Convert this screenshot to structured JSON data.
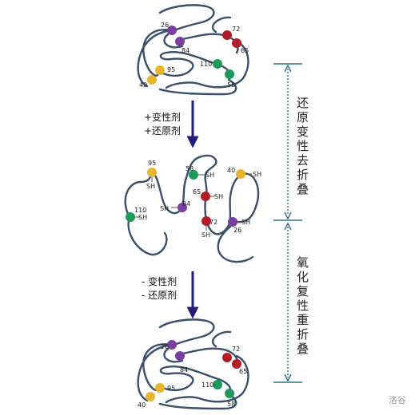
{
  "colors": {
    "chain": "#3a4f6b",
    "arrow": "#1f1f78",
    "bracket": "#2d7480",
    "cys_26": "#7a3fa0",
    "cys_84": "#7a3fa0",
    "cys_72": "#b01c27",
    "cys_65": "#b01c27",
    "cys_110": "#1d9a5a",
    "cys_58": "#1d9a5a",
    "cys_95": "#e7b52f",
    "cys_40": "#e7b52f"
  },
  "native_top": {
    "labels": {
      "r26": "26",
      "r84": "84",
      "r72": "72",
      "r65": "65",
      "r110": "110",
      "r58": "58",
      "r95": "95",
      "r40": "40"
    }
  },
  "unfolded": {
    "labels": {
      "r95": "95",
      "r58": "58",
      "r40": "40",
      "r65": "65",
      "r84": "84",
      "r110": "110",
      "r72": "72",
      "r26": "26",
      "sh": "SH"
    }
  },
  "native_bottom": {
    "labels": {
      "r26": "26",
      "r84": "84",
      "r72": "72",
      "r65": "65",
      "r110": "110",
      "r58": "58",
      "r95": "95",
      "r40": "40"
    }
  },
  "steps": {
    "denature_line1": "+变性剂",
    "denature_line2": "+还原剂",
    "renature_line1": "- 变性剂",
    "renature_line2": "- 还原剂"
  },
  "side_labels": {
    "top": [
      "还",
      "原",
      "变",
      "性",
      "去",
      "折",
      "叠"
    ],
    "bottom": [
      "氧",
      "化",
      "复",
      "性",
      "重",
      "折",
      "叠"
    ]
  },
  "watermark": "洛谷"
}
